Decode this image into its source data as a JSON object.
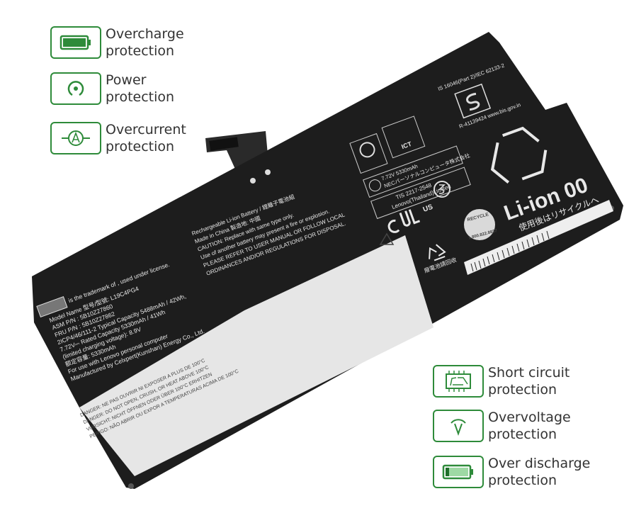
{
  "features_left": [
    {
      "icon": "battery-full-icon",
      "line1": "Overcharge",
      "line2": "protection"
    },
    {
      "icon": "power-icon",
      "line1": "Power",
      "line2": "protection"
    },
    {
      "icon": "ammeter-icon",
      "line1": "Overcurrent",
      "line2": "protection"
    }
  ],
  "features_right": [
    {
      "icon": "circuit-board-icon",
      "line1": "Short circuit",
      "line2": "protection"
    },
    {
      "icon": "voltmeter-icon",
      "line1": "Overvoltage",
      "line2": "protection"
    },
    {
      "icon": "battery-low-icon",
      "line1": "Over discharge",
      "line2": "protection"
    }
  ],
  "colors": {
    "accent": "#2e8b3a",
    "battery": "#1d1d1d",
    "label": "#e6e6e6"
  },
  "battery": {
    "trademark": "is the trademark of       , used under license.",
    "model_name": "Model Name  型号/型號: L19C4PG4",
    "asm_pn": "ASM P/N        : 5B10Z27860",
    "fru_pn": "FRU P/N         : 5B10Z27862",
    "typical": "2ICP4/46/111-2    Typical Capacity 5488mAh / 42Wh,",
    "rated": "7.72V⎓ Rated Capacity 5330mAh / 41Wh",
    "limited": "(limited charging voltage): 8.9V",
    "rated_cn": "额定容量: 5330mAh",
    "for_use": "For use with Lenovo personal computer",
    "manufacturer": "Manufactured by Celxpert(Kunshan) Energy Co., Ltd.",
    "rechargeable": "Rechargeable Li-ion Battery / 鋰離子電池組",
    "made_in": "Made in China  製造地: 中國",
    "caution": "CAUTION: Replace with same type only.",
    "caution2": "Use of another battery may present a fire or explosion.",
    "caution3": "PLEASE REFER TO USER MANUAL OR FOLLOW LOCAL",
    "caution4": "ORDINANCES AND/OR REGULATIONS FOR DISPOSAL.",
    "danger": "DANGER: NE PAS OUVRIR NI EXPOSER A PLUS DE 100°C",
    "danger2": "DANGER: DO NOT OPEN, CRUSH, OR HEAT ABOVE 100°C",
    "danger3": "VORSICHT: NICHT ÖFFNEN ODER ÜBER 100°C ERHITZEN",
    "danger4": "PERIGO: NÃO ABRIR OU EXPOR A TEMPERATURAS ACIMA DE 100°C",
    "is_std": "IS 16046(Part 2)/IEC 62133-2",
    "bis": "R-41139424  www.bis.gov.in",
    "ict": "ICT",
    "jp_spec": "7.72V  5330mAh",
    "jp_mfr": "NECパーソナルコンピュータ株式会社",
    "tis": "TIS 2217-2548",
    "tis_mfr": "Lenovo(Thailand)Limited",
    "li_ion": "Li-ion 00",
    "recycle_jp": "使用後はリサイクルへ",
    "recycle_seal": "RECYCLE",
    "recycle_phone": "1.800.822.8837",
    "ul": "US",
    "cn_recycle": "廢電池請回收"
  }
}
